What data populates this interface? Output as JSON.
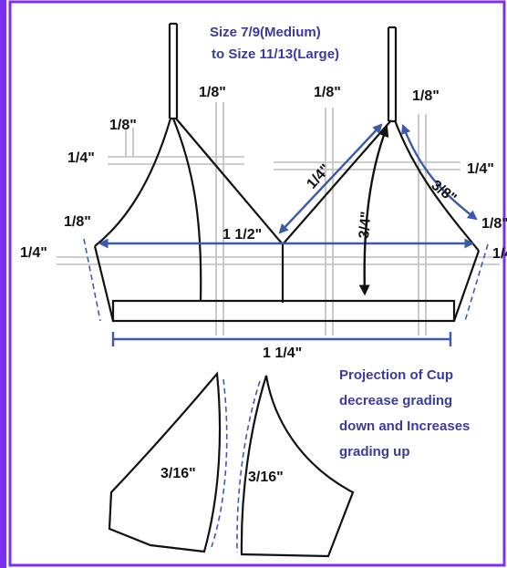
{
  "colors": {
    "frame": "#7b2ff0",
    "grade_line": "#3b5aaa",
    "grid_line": "#bdbdbd",
    "outline": "#111111",
    "note_text": "#3b3aa0"
  },
  "size_range": {
    "line1": "Size 7/9(Medium)",
    "line2": "to Size 11/13(Large)"
  },
  "measurements": {
    "strap_left_top": "1/8\"",
    "strap_center_top": "1/8\"",
    "strap_right_top": "1/8\"",
    "left_upper": "1/8\"",
    "left_quarter": "1/4\"",
    "right_quarter": "1/4\"",
    "left_side_top": "1/8\"",
    "left_side_quarter": "1/4\"",
    "right_side_top": "1/8\"",
    "right_side_quarter": "1/4",
    "center_width": "1 1/2\"",
    "diagonal": "1/4\"",
    "shoulder_right": "3/8\"",
    "cup_depth": "3/4\"",
    "band": "1 1/4\"",
    "cup_left": "3/16\"",
    "cup_right": "3/16\""
  },
  "note": {
    "line1": "Projection of Cup",
    "line2": "decrease grading",
    "line3": "down and Increases",
    "line4": "grading up"
  }
}
